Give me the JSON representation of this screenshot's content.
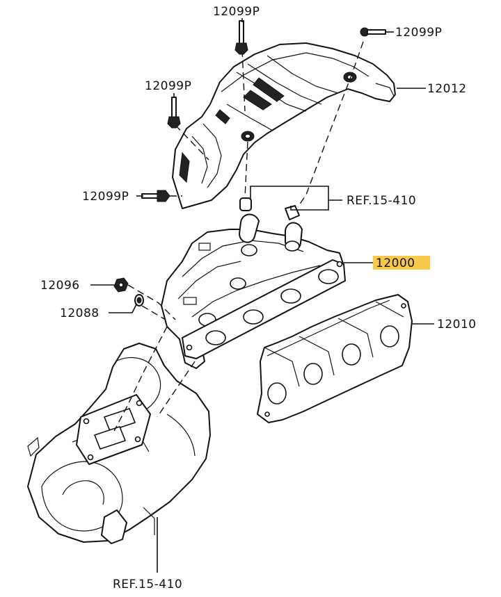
{
  "labels": {
    "bolt_top": "12099P",
    "bolt_top_right": "12099P",
    "bolt_left_upper": "12099P",
    "bolt_left_lower": "12099P",
    "heat_shield": "12012",
    "ref_upper": "REF.15-410",
    "manifold": "12000",
    "nut": "12096",
    "washer": "12088",
    "gasket": "12010",
    "ref_lower": "REF.15-410"
  },
  "colors": {
    "highlight": "#F7C948",
    "line": "#111111"
  },
  "icons": {
    "bolt": "bolt-icon",
    "nut": "nut-icon",
    "washer": "washer-icon"
  }
}
